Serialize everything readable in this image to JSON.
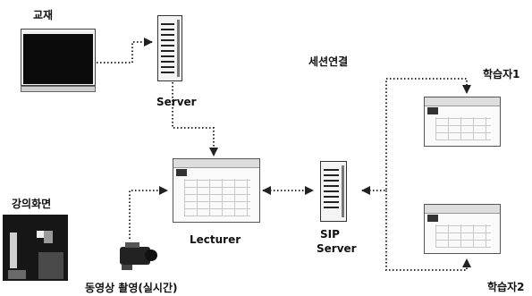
{
  "labels": {
    "material": "교재",
    "server": "Server",
    "session": "세션연결",
    "learner1": "학습자1",
    "learner2": "학습자2",
    "lecturer": "Lecturer",
    "sip": "SIP",
    "sip_server": "Server",
    "lecture_screen": "강의화면",
    "video": "동영상 촬영(실시간)"
  },
  "colors": {
    "connector": "#333333",
    "ink": "#111111"
  }
}
